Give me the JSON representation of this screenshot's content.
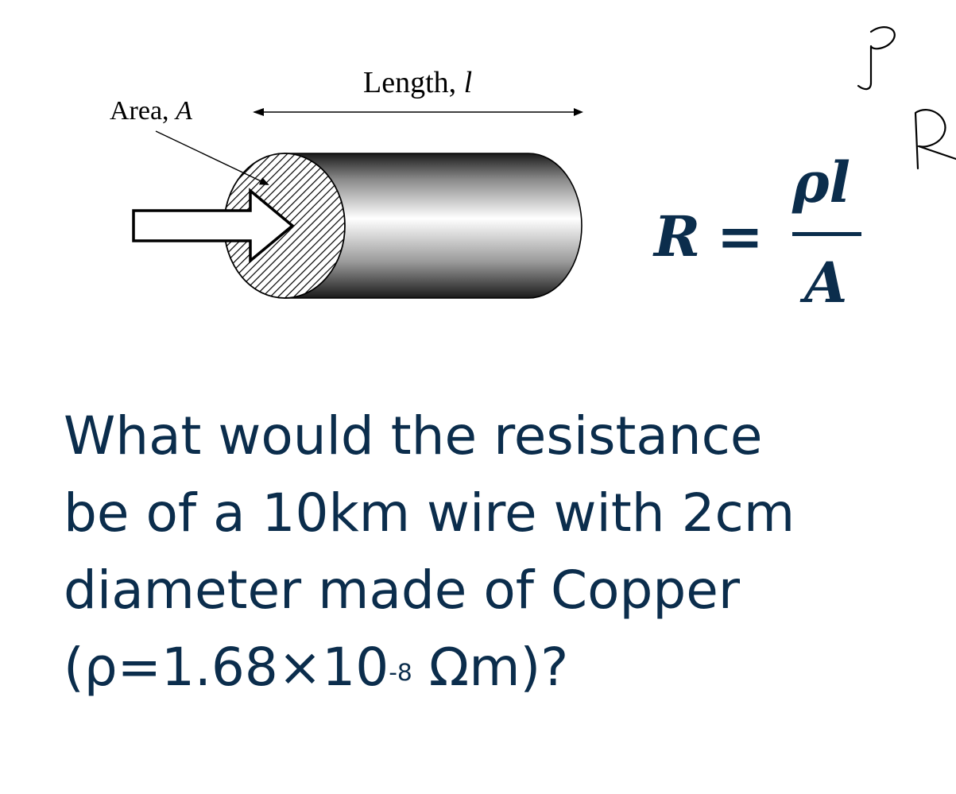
{
  "diagram": {
    "area_label": "Area, ",
    "area_symbol": "A",
    "length_label": "Length, ",
    "length_symbol": "l"
  },
  "formula": {
    "lhs": "R",
    "equals": "=",
    "numerator": "ρl",
    "denominator": "A"
  },
  "question": {
    "line1": "What would the resistance",
    "line2": "be of a 10km wire with 2cm",
    "line3": "diameter made of Copper",
    "line4_prefix": "(ρ=1.68×10",
    "line4_exponent": "-8",
    "line4_suffix": "Ωm)?"
  },
  "colors": {
    "text": "#0b2d4c",
    "diagram": "#000000"
  }
}
